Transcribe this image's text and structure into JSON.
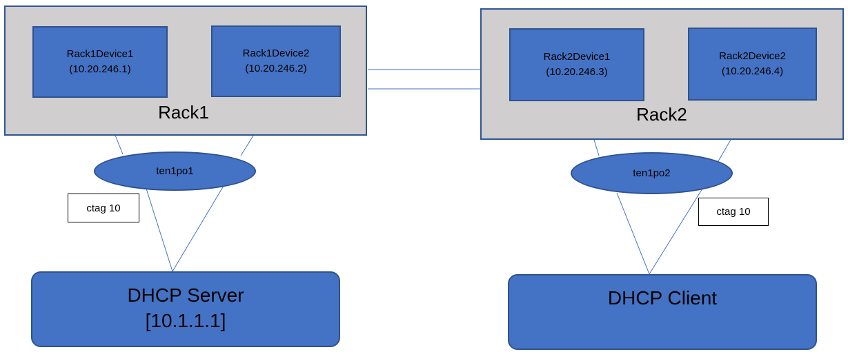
{
  "racks": [
    {
      "label": "Rack1",
      "devices": [
        {
          "name": "Rack1Device1",
          "ip": "(10.20.246.1)"
        },
        {
          "name": "Rack1Device2",
          "ip": "(10.20.246.2)"
        }
      ]
    },
    {
      "label": "Rack2",
      "devices": [
        {
          "name": "Rack2Device1",
          "ip": "(10.20.246.3)"
        },
        {
          "name": "Rack2Device2",
          "ip": "(10.20.246.4)"
        }
      ]
    }
  ],
  "port_channels": [
    "ten1po1",
    "ten1po2"
  ],
  "tags": [
    "ctag 10",
    "ctag 10"
  ],
  "server": {
    "title": "DHCP Server",
    "ip": "[10.1.1.1]"
  },
  "client": {
    "title": "DHCP Client"
  },
  "colors": {
    "rack_fill": "#d0cece",
    "rack_border": "#2f5597",
    "device_fill": "#4472c4",
    "device_border": "#2f528f",
    "link": "#4472c4"
  }
}
